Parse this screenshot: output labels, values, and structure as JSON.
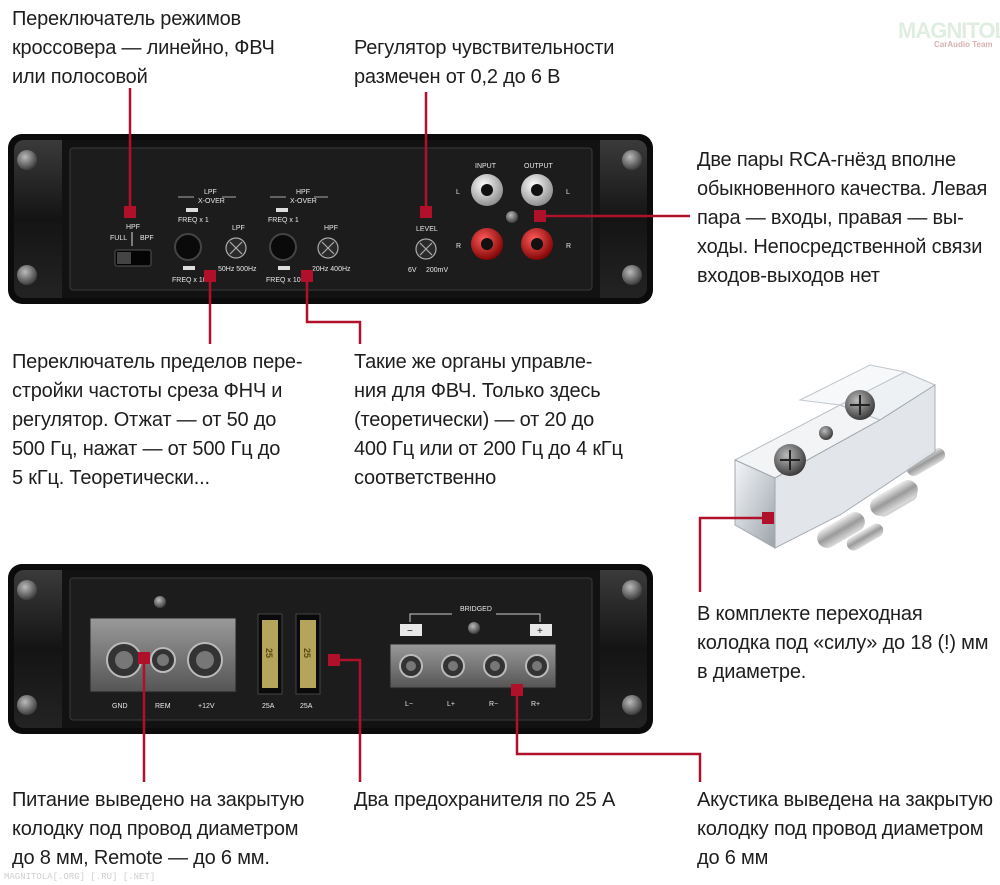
{
  "watermark": {
    "brand": "MAGNITOLA",
    "sub": "CarAudio Team",
    "footer": "MAGNITOLA[.ORG] [.RU] [.NET]"
  },
  "captions": {
    "crossover_switch": "Переключатель режимов\nкроссовера — линейно, ФВЧ\nили полосовой",
    "sensitivity": "Регулятор чувствительности\nразмечен от 0,2 до 6 В",
    "rca": "Две пары RCA-гнёзд вполне\nобыкновенного качества. Левая\nпара — входы, правая — вы-\nходы. Непосредственной связи\nвходов-выходов нет",
    "lpf": "Переключатель пределов пере-\nстройки частоты среза ФНЧ и\nрегулятор. Отжат — от 50 до\n500 Гц, нажат — от 500 Гц до\n5 кГц. Теоретически...",
    "hpf": "Такие же органы управле-\nния для ФВЧ. Только здесь\n(теоретически) — от 20 до\n400 Гц или от 200 Гц до 4 кГц\nсоответственно",
    "adapter": "В комплекте переходная\nколодка под «силу» до 18 (!) мм\nв диаметре.",
    "power": "Питание выведено на закрытую\nколодку под провод диаметром\nдо 8 мм, Remote — до 6 мм.",
    "fuses": "Два предохранителя по 25 А",
    "speakers": "Акустика выведена на закрытую\nколодку под провод диаметром\nдо 6 мм"
  },
  "top_panel": {
    "switch": {
      "hpf": "HPF",
      "full": "FULL",
      "bpf": "BPF"
    },
    "lpf": {
      "title1": "LPF",
      "title2": "X-OVER",
      "freq1": "FREQ x 1",
      "freq10": "FREQ x 10",
      "knob": "LPF",
      "range": "50Hz 500Hz"
    },
    "hpf": {
      "title1": "HPF",
      "title2": "X-OVER",
      "freq1": "FREQ x 1",
      "freq10": "FREQ x 10",
      "knob": "HPF",
      "range": "20Hz 400Hz"
    },
    "level": {
      "title": "LEVEL",
      "min": "6V",
      "max": "200mV"
    },
    "rca": {
      "input": "INPUT",
      "output": "OUTPUT",
      "l_left": "L",
      "r_left": "R",
      "l_right": "L",
      "r_right": "R"
    }
  },
  "bottom_panel": {
    "power": {
      "gnd": "GND",
      "rem": "REM",
      "v12": "+12V"
    },
    "fuses": {
      "f1": "25A",
      "f2": "25A",
      "mark1": "25",
      "mark2": "25"
    },
    "speaker": {
      "bridged": "BRIDGED",
      "minus": "−",
      "plus": "+",
      "lm": "L−",
      "lp": "L+",
      "rm": "R−",
      "rp": "R+"
    }
  },
  "colors": {
    "accent": "#b0102a",
    "panel": "#161616",
    "text": "#1e1e1e"
  }
}
